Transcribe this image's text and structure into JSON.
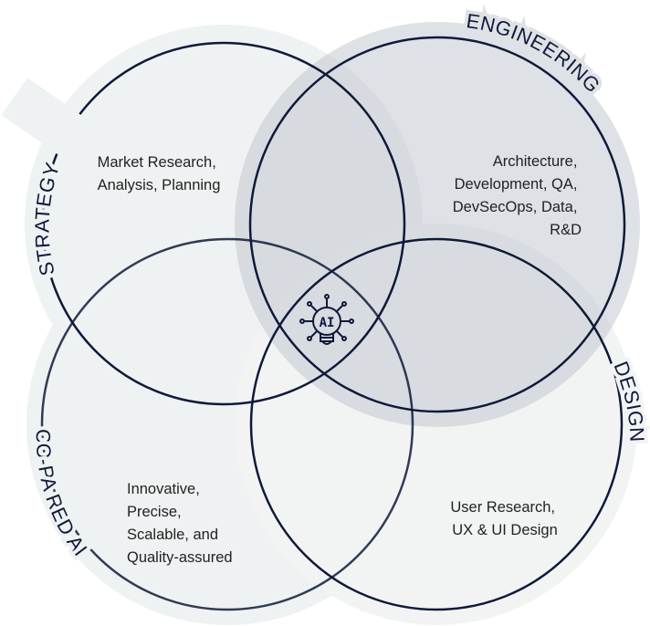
{
  "colors": {
    "stroke": "#0f1a3a",
    "halo_light": "#eef1f1",
    "halo_engineering": "#c8cdd3"
  },
  "sets": {
    "strategy": {
      "title": "STRATEGY",
      "lines": [
        "Market Research,",
        "Analysis, Planning"
      ]
    },
    "engineering": {
      "title": "ENGINEERING",
      "lines": [
        "Architecture,",
        "Development, QA,",
        "DevSecOps, Data,",
        "R&D"
      ]
    },
    "design": {
      "title": "DESIGN",
      "lines": [
        "User Research,",
        "UX & UI Design"
      ]
    },
    "copared": {
      "title": "CO-PA RED AI",
      "lines": [
        "Innovative,",
        "Precise,",
        "Scalable, and",
        "Quality-assured"
      ]
    }
  },
  "center": {
    "icon": "lightbulb-ai-icon",
    "label": "AI"
  }
}
